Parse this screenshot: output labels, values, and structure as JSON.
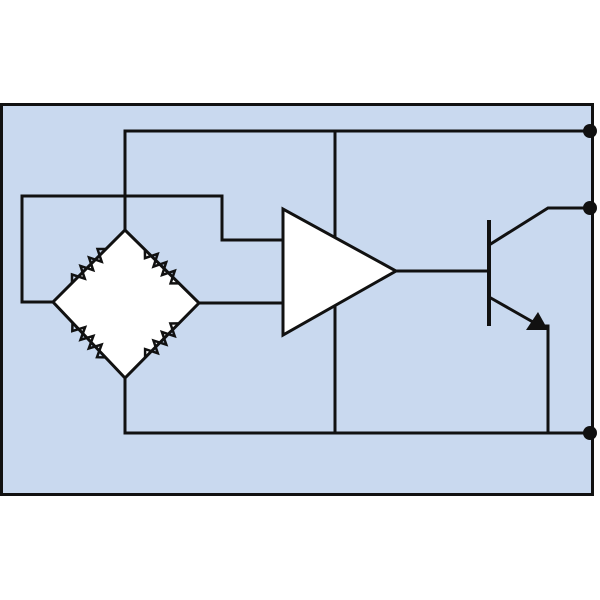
{
  "diagram": {
    "colors": {
      "background": "#c9d9ef",
      "line": "#111111",
      "body_fill": "#ffffff",
      "page": "#ffffff"
    },
    "components": [
      {
        "name": "bridge",
        "kind": "wheatstone-bridge",
        "resistor_count": 4
      },
      {
        "name": "amplifier",
        "kind": "op-amp-triangle"
      },
      {
        "name": "output-transistor",
        "kind": "npn-transistor"
      }
    ],
    "terminal_count": 3
  }
}
